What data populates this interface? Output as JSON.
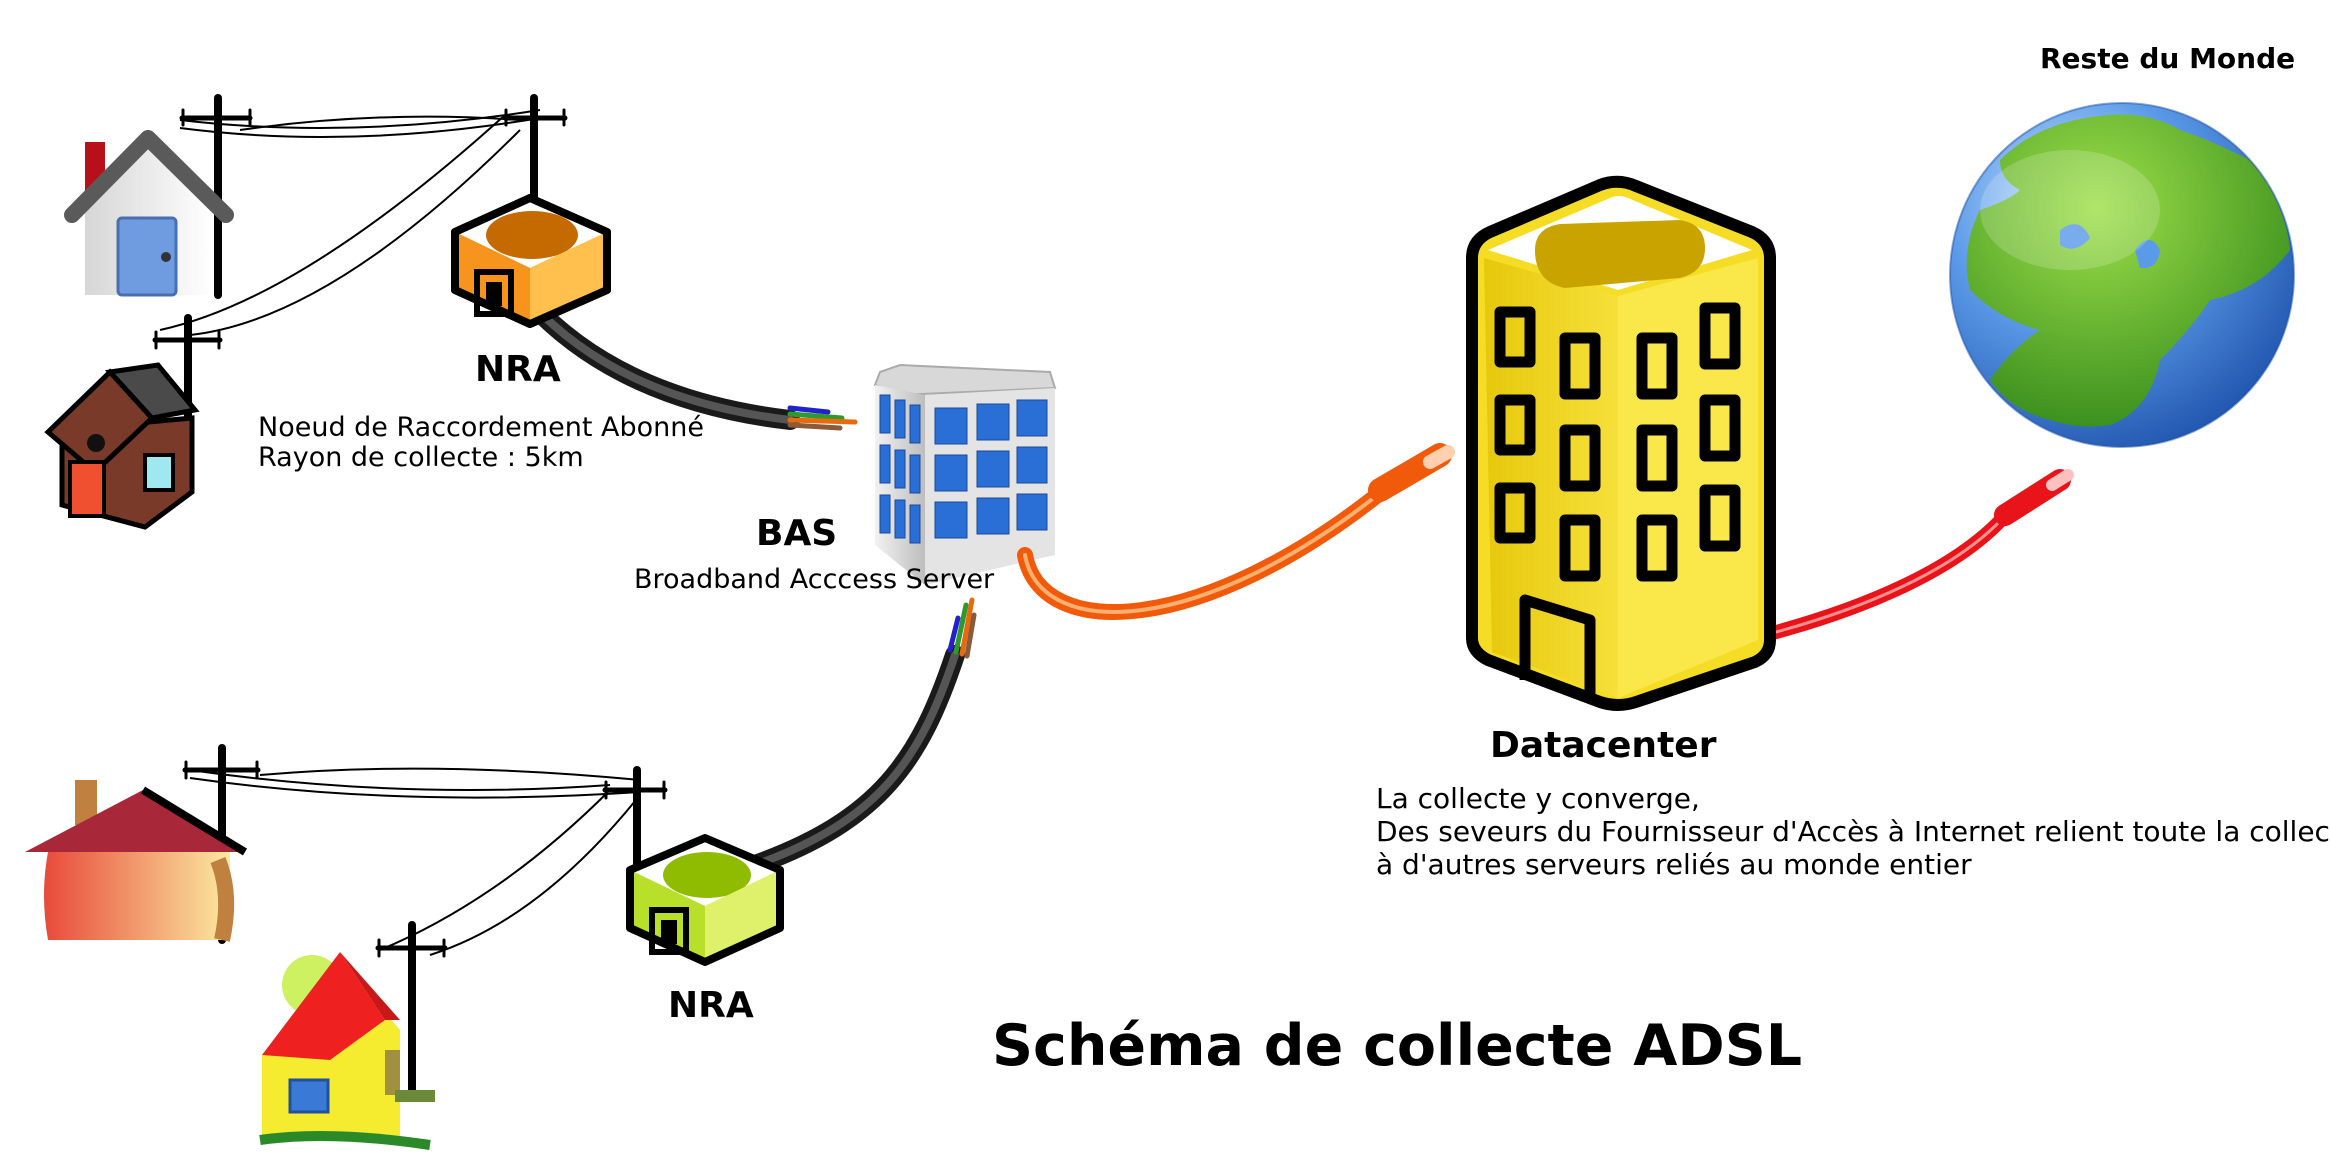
{
  "title": "Schéma de collecte ADSL",
  "nodes": {
    "nra_top": {
      "label": "NRA",
      "description_line1": "Noeud de Raccordement Abonné",
      "description_line2": "Rayon de collecte : 5km"
    },
    "nra_bottom": {
      "label": "NRA"
    },
    "bas": {
      "label": "BAS",
      "description": "Broadband Acccess Server"
    },
    "datacenter": {
      "label": "Datacenter",
      "description_line1": "La collecte y converge,",
      "description_line2": "Des seveurs du Fournisseur d'Accès à Internet relient toute la collecte",
      "description_line3": "à d'autres serveurs reliés au monde entier"
    },
    "world": {
      "label": "Reste du Monde"
    }
  },
  "colors": {
    "nra_top": "#f7941d",
    "nra_bottom": "#b8e02a",
    "datacenter": "#f2d91a",
    "fiber_orange": "#f05a0a",
    "fiber_red": "#e8141a",
    "copper_cable": "#333333",
    "bas_windows": "#2a6fd6"
  },
  "icons": [
    "house-icon",
    "utility-pole-icon",
    "nra-box-icon",
    "server-building-icon",
    "datacenter-building-icon",
    "globe-icon",
    "cable-icon",
    "fiber-cable-icon"
  ]
}
